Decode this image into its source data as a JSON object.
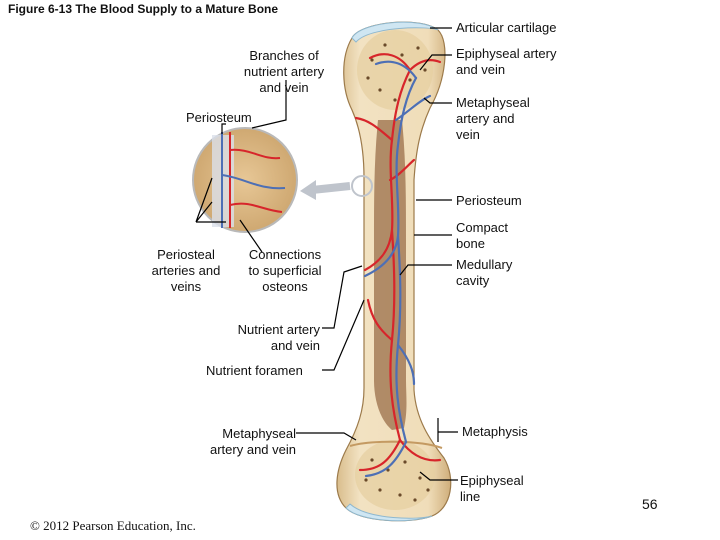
{
  "figure": {
    "title": "Figure 6-13 The Blood Supply to a Mature Bone",
    "copyright": "© 2012 Pearson Education, Inc.",
    "page_number": "56"
  },
  "labels": {
    "articular_cartilage": "Articular cartilage",
    "epiphyseal_artery": "Epiphyseal artery\nand vein",
    "metaphyseal_artery_top": "Metaphyseal\nartery and\nvein",
    "periosteum_right": "Periosteum",
    "compact_bone": "Compact\nbone",
    "medullary_cavity": "Medullary\ncavity",
    "metaphysis": "Metaphysis",
    "epiphyseal_line": "Epiphyseal\nline",
    "branches_nutrient": "Branches of\nnutrient artery\nand vein",
    "periosteum_left": "Periosteum",
    "periosteal_arteries": "Periosteal\narteries and\nveins",
    "connections": "Connections\nto superficial\nosteons",
    "nutrient_artery": "Nutrient artery\nand vein",
    "nutrient_foramen": "Nutrient foramen",
    "metaphyseal_artery_bottom": "Metaphyseal\nartery and vein"
  },
  "colors": {
    "bone": "#e9d3a8",
    "marrow": "#a47b57",
    "artery": "#d7252b",
    "vein": "#4d6fb5",
    "cartilage": "#cfe6f2",
    "leader": "#000000"
  }
}
